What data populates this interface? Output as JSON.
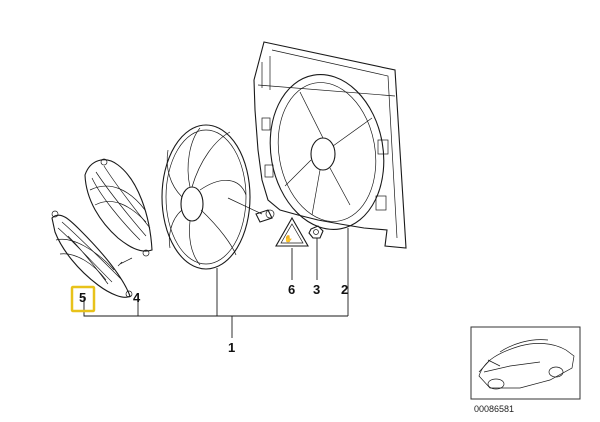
{
  "diagram": {
    "callouts": [
      {
        "id": "c1",
        "label": "1"
      },
      {
        "id": "c2",
        "label": "2"
      },
      {
        "id": "c3",
        "label": "3"
      },
      {
        "id": "c4",
        "label": "4"
      },
      {
        "id": "c5",
        "label": "5"
      },
      {
        "id": "c6",
        "label": "6"
      }
    ],
    "highlighted_callout": "5",
    "highlight_color": "#e8c21a",
    "document_number": "00086581",
    "vehicle_thumbnail": "car-outline-icon"
  }
}
